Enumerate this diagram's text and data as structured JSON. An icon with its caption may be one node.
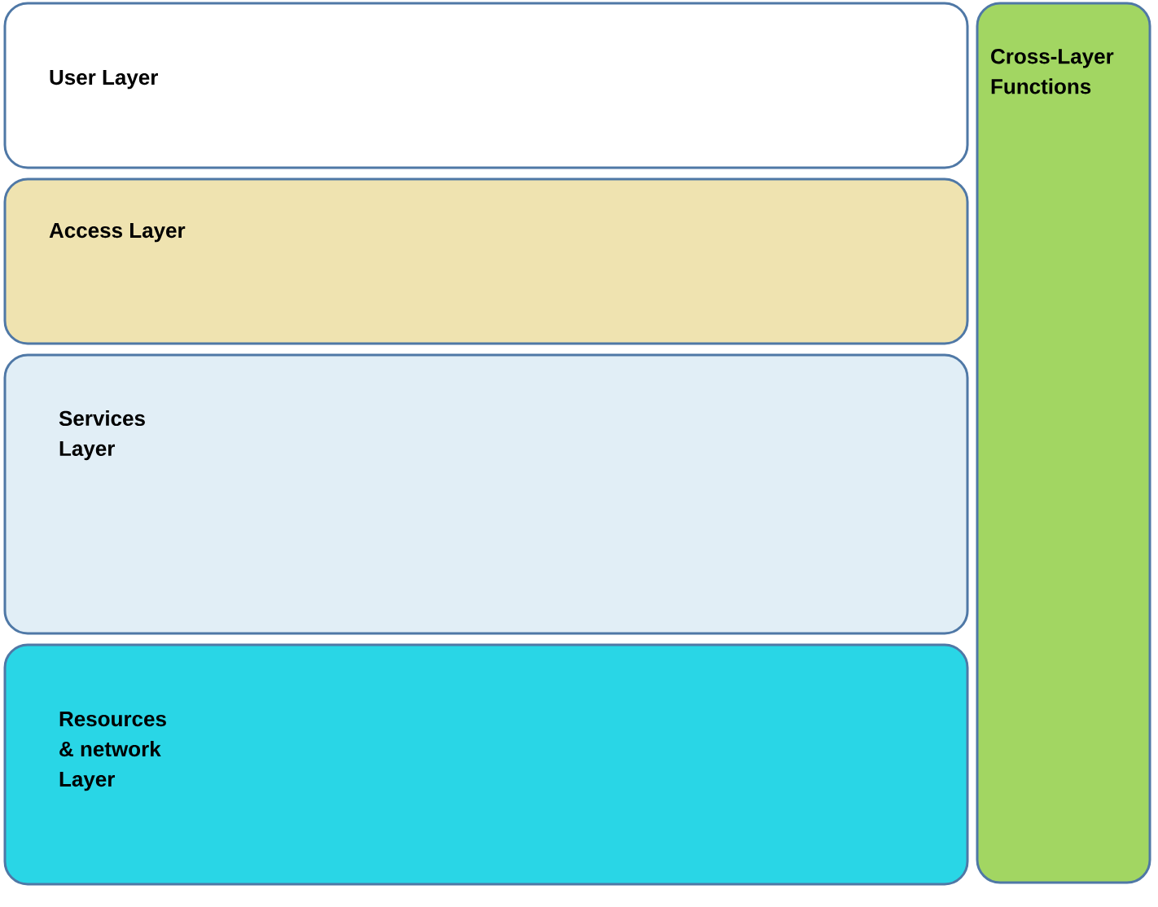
{
  "diagram": {
    "nodes": [
      {
        "text": [
          "User Layer"
        ]
      },
      {
        "text": [
          "Access Layer"
        ]
      },
      {
        "text": [
          "Services Layer"
        ]
      },
      {
        "text": [
          "Resources & network Layer"
        ]
      },
      {
        "text": [
          "Cross-Layer Functions"
        ]
      }
    ]
  }
}
